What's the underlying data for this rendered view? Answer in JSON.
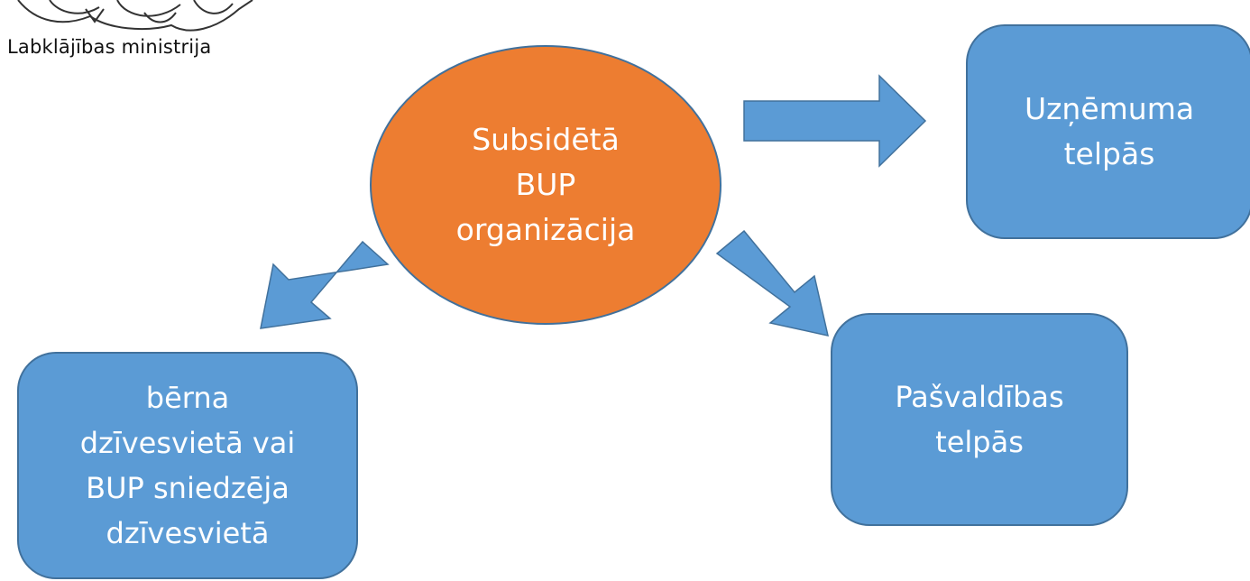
{
  "logo": {
    "icon": "coat-of-arms-icon",
    "text": "Labklājības ministrija"
  },
  "nodes": {
    "center": {
      "lines": [
        "Subsidētā",
        "BUP",
        "organizācija"
      ]
    },
    "uznemuma": {
      "lines": [
        "Uzņēmuma",
        "telpās"
      ]
    },
    "pasvaldibas": {
      "lines": [
        "Pašvaldības",
        "telpās"
      ]
    },
    "berna": {
      "lines": [
        "bērna",
        "dzīvesvietā vai",
        "BUP sniedzēja",
        "dzīvesvietā"
      ]
    }
  },
  "colors": {
    "circle_fill": "#ED7D31",
    "circle_stroke": "#41719C",
    "box_fill": "#5B9BD5",
    "box_stroke": "#41719C",
    "arrow_fill": "#5B9BD5",
    "text": "#ffffff"
  }
}
